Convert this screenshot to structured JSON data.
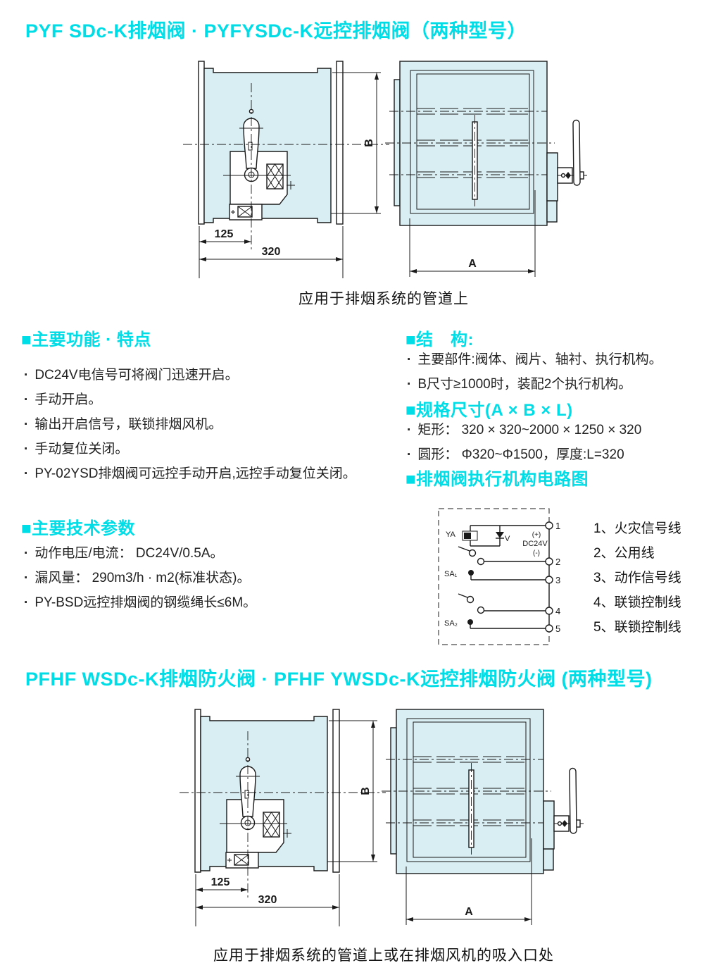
{
  "colors": {
    "accent": "#00dde6",
    "drawing_fill": "#d9eef3",
    "line": "#1a1a1a"
  },
  "glyphs": {
    "bullet": "·"
  },
  "section1": {
    "title": "PYF SDc-K排烟阀 · PYFYSDc-K远控排烟阀（两种型号）",
    "caption": "应用于排烟系统的管道上",
    "features": {
      "heading": "■主要功能 · 特点",
      "items": [
        "DC24V电信号可将阀门迅速开启。",
        "手动开启。",
        "输出开启信号，联锁排烟风机。",
        "手动复位关闭。",
        "PY-02YSD排烟阀可远控手动开启,远控手动复位关闭。"
      ]
    },
    "structure": {
      "heading": "■结　构:",
      "items": [
        "主要部件:阀体、阀片、轴衬、执行机构。",
        "B尺寸≥1000时，装配2个执行机构。"
      ]
    },
    "specs": {
      "heading": "■规格尺寸(A × B × L)",
      "items": [
        "矩形： 320 × 320~2000 × 1250 × 320",
        "圆形： Φ320~Φ1500，厚度:L=320"
      ]
    },
    "circuit_heading": "■排烟阀执行机构电路图",
    "tech": {
      "heading": "■主要技术参数",
      "items": [
        "动作电压/电流： DC24V/0.5A。",
        "漏风量： 290m3/h · m2(标准状态)。",
        "PY-BSD远控排烟阀的钢缆绳长≤6M。"
      ]
    }
  },
  "drawing": {
    "dim_125": "125",
    "dim_320": "320",
    "dim_B": "B",
    "dim_A": "A"
  },
  "circuit": {
    "ya": "YA",
    "sa1": "SA₁",
    "sa2": "SA₂",
    "v": "V",
    "plus": "(+)",
    "voltage": "DC24V",
    "minus": "(-)",
    "terminals": [
      "1",
      "2",
      "3",
      "4",
      "5"
    ],
    "legend": [
      "1、火灾信号线",
      "2、公用线",
      "3、动作信号线",
      "4、联锁控制线",
      "5、联锁控制线"
    ]
  },
  "section2": {
    "title": "PFHF WSDc-K排烟防火阀 · PFHF YWSDc-K远控排烟防火阀 (两种型号)",
    "caption": "应用于排烟系统的管道上或在排烟风机的吸入口处"
  }
}
